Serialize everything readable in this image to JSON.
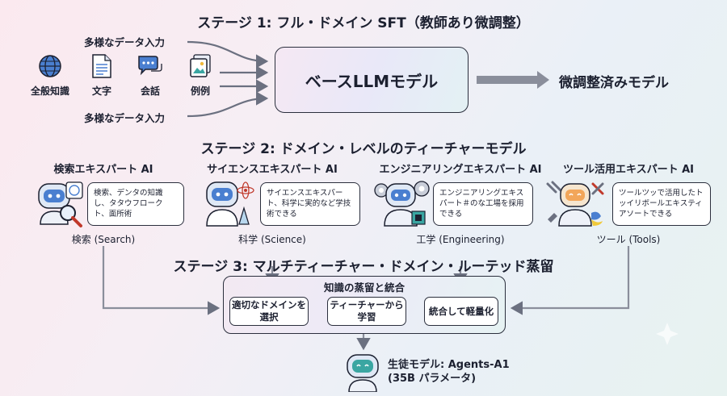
{
  "stage1": {
    "title": "ステージ 1: フル・ドメイン SFT（教師あり微調整）",
    "input_label_top": "多様なデータ入力",
    "input_label_bottom": "多様なデータ入力",
    "inputs": [
      {
        "icon": "globe-icon",
        "label": "全般知識"
      },
      {
        "icon": "document-icon",
        "label": "文字"
      },
      {
        "icon": "chat-bubble-icon",
        "label": "会話"
      },
      {
        "icon": "image-stack-icon",
        "label": "例例"
      }
    ],
    "model_label": "ベースLLMモデル",
    "output_label": "微調整済みモデル"
  },
  "stage2": {
    "title": "ステージ 2: ドメイン・レベルのティーチャーモデル",
    "experts": [
      {
        "title": "検索エキスパート AI",
        "description": "検索、デンタの知識し、タタウフロークト、面所術",
        "caption": "検索 (Search)",
        "icon": "search-robot-icon"
      },
      {
        "title": "サイエンスエキスパート AI",
        "description": "サイエンスエキスパート、科学に実的など学技術できる",
        "caption": "科学 (Science)",
        "icon": "science-robot-icon"
      },
      {
        "title": "エンジニアリングエキスパート AI",
        "description": "エンジニアリングエキスパート＃のな工場を採用できる",
        "caption": "工学 (Engineering)",
        "icon": "engineering-robot-icon"
      },
      {
        "title": "ツール活用エキスパート AI",
        "description": "ツールツッで活用したトッイリボールエキスティアソートできる",
        "caption": "ツール (Tools)",
        "icon": "tools-robot-icon"
      }
    ]
  },
  "stage3": {
    "title": "ステージ 3: マルチティーチャー・ドメイン・ルーテッド蒸留",
    "panel_title": "知識の蒸留と統合",
    "steps": [
      "適切なドメインを選択",
      "ティーチャーから学習",
      "統合して軽量化"
    ],
    "student_name": "生徒モデル: Agents-A1",
    "student_params": "(35B パラメータ)"
  },
  "colors": {
    "accent_blue": "#4a7fd0",
    "accent_teal": "#3aa6a2",
    "arrow_gray": "#6b7080",
    "line_dark": "#2b2f3d"
  }
}
